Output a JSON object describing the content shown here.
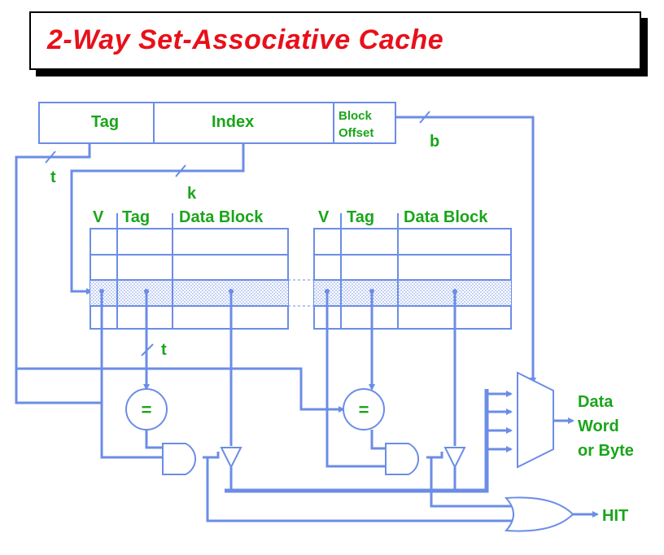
{
  "title": "2-Way Set-Associative Cache",
  "colors": {
    "title": "#e8101a",
    "label": "#1aa51a",
    "wire": "#6b8de6"
  },
  "address": {
    "tag": "Tag",
    "index": "Index",
    "offset_line1": "Block",
    "offset_line2": "Offset"
  },
  "widths": {
    "t": "t",
    "k": "k",
    "b": "b",
    "t2": "t"
  },
  "way1": {
    "v": "V",
    "tag": "Tag",
    "data": "Data Block"
  },
  "way2": {
    "v": "V",
    "tag": "Tag",
    "data": "Data Block"
  },
  "comparators": {
    "symbol1": "=",
    "symbol2": "="
  },
  "output": {
    "line1": "Data",
    "line2": "Word",
    "line3": "or Byte"
  },
  "hit": "HIT"
}
